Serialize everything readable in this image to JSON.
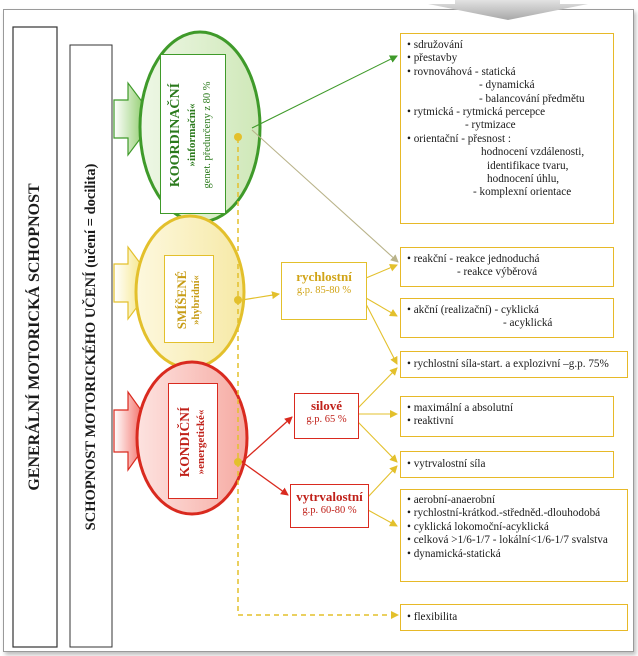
{
  "titles": {
    "outer": "GENERÁLNÍ MOTORICKÁ SCHOPNOST",
    "inner": "SCHOPNOST MOTORICKÉHO UČENÍ (učení = docilita)"
  },
  "ovals": {
    "koord": {
      "name": "KOORDINAČNÍ",
      "type": "»informační«",
      "note": "genet. předurčeny z 80 %"
    },
    "smisene": {
      "name": "SMÍŠENÉ",
      "type": "»hybridní«"
    },
    "kondicni": {
      "name": "KONDIČNÍ",
      "type": "»energetické«"
    }
  },
  "categories": {
    "rychlostni": {
      "label": "rychlostní",
      "gp": "g.p. 85-80 %"
    },
    "silove": {
      "label": "silové",
      "gp": "g.p. 65 %"
    },
    "vytrvalostni": {
      "label": "vytrvalostní",
      "gp": "g.p. 60-80 %"
    }
  },
  "boxes": {
    "koord": [
      "• sdružování",
      "• přestavby",
      "• rovnováhová - statická",
      "- dynamická",
      "- balancování předmětu",
      "• rytmická - rytmická percepce",
      "- rytmizace",
      "• orientační - přesnost :",
      "hodnocení vzdálenosti,",
      "identifikace tvaru,",
      "hodnocení úhlu,",
      "- komplexní orientace"
    ],
    "reakcni": [
      "• reakční - reakce jednoduchá",
      "- reakce výběrová"
    ],
    "akcni": [
      "• akční (realizační) - cyklická",
      "- acyklická"
    ],
    "rychlostni_sila": [
      "• rychlostní síla-start. a explozivní –g.p. 75%"
    ],
    "silove": [
      "• maximální a absolutní",
      "• reaktivní"
    ],
    "vytrvalostni_sila": [
      "• vytrvalostní síla"
    ],
    "vytrvalost": [
      "• aerobní-anaerobní",
      "• rychlostní-krátkod.-středněd.-dlouhodobá",
      "• cyklická lokomoční-acyklická",
      "• celková >1/6-1/7 - lokální<1/6-1/7 svalstva",
      "• dynamická-statická"
    ],
    "flexibilita": [
      "• flexibilita"
    ]
  },
  "colors": {
    "green": "#3f9a2a",
    "yellow": "#e3c02c",
    "red": "#d92a1f",
    "box_border": "#e7b928",
    "gray": "#9a9a9a"
  }
}
